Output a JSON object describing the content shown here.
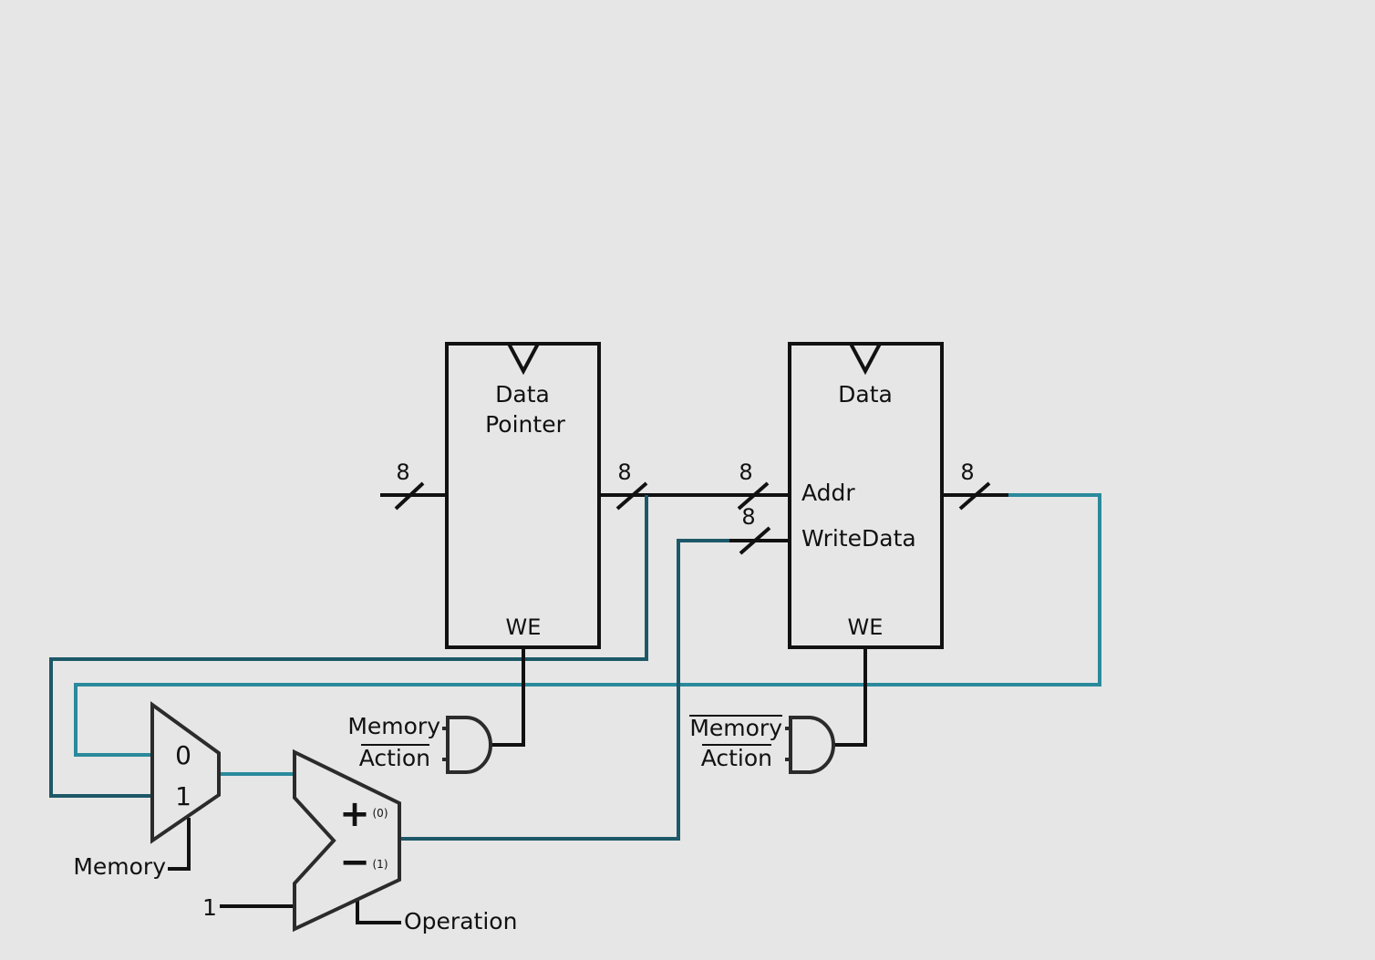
{
  "colors": {
    "background": "#e6e6e6",
    "wire": "#111111",
    "wire_dark_teal": "#1d5868",
    "wire_teal": "#2a8a9c",
    "component": "#2b2b2b"
  },
  "data_pointer": {
    "title_line1": "Data",
    "title_line2": "Pointer",
    "we_label": "WE",
    "input_width": "8",
    "output_width": "8"
  },
  "data_memory": {
    "title": "Data",
    "addr_label": "Addr",
    "writedata_label": "WriteData",
    "we_label": "WE",
    "addr_width": "8",
    "writedata_width": "8",
    "output_width": "8"
  },
  "and_gate_left": {
    "input1_label": "Memory",
    "input2_label": "Action",
    "input2_inverted": true
  },
  "and_gate_right": {
    "input1_label": "Memory",
    "input2_label": "Action",
    "input1_inverted": true,
    "input2_inverted": true
  },
  "mux": {
    "input0_label": "0",
    "input1_label": "1",
    "select_label": "Memory"
  },
  "alu": {
    "plus_symbol": "+",
    "plus_code": "(0)",
    "minus_symbol": "−",
    "minus_code": "(1)",
    "constant_input": "1",
    "operation_label": "Operation"
  }
}
